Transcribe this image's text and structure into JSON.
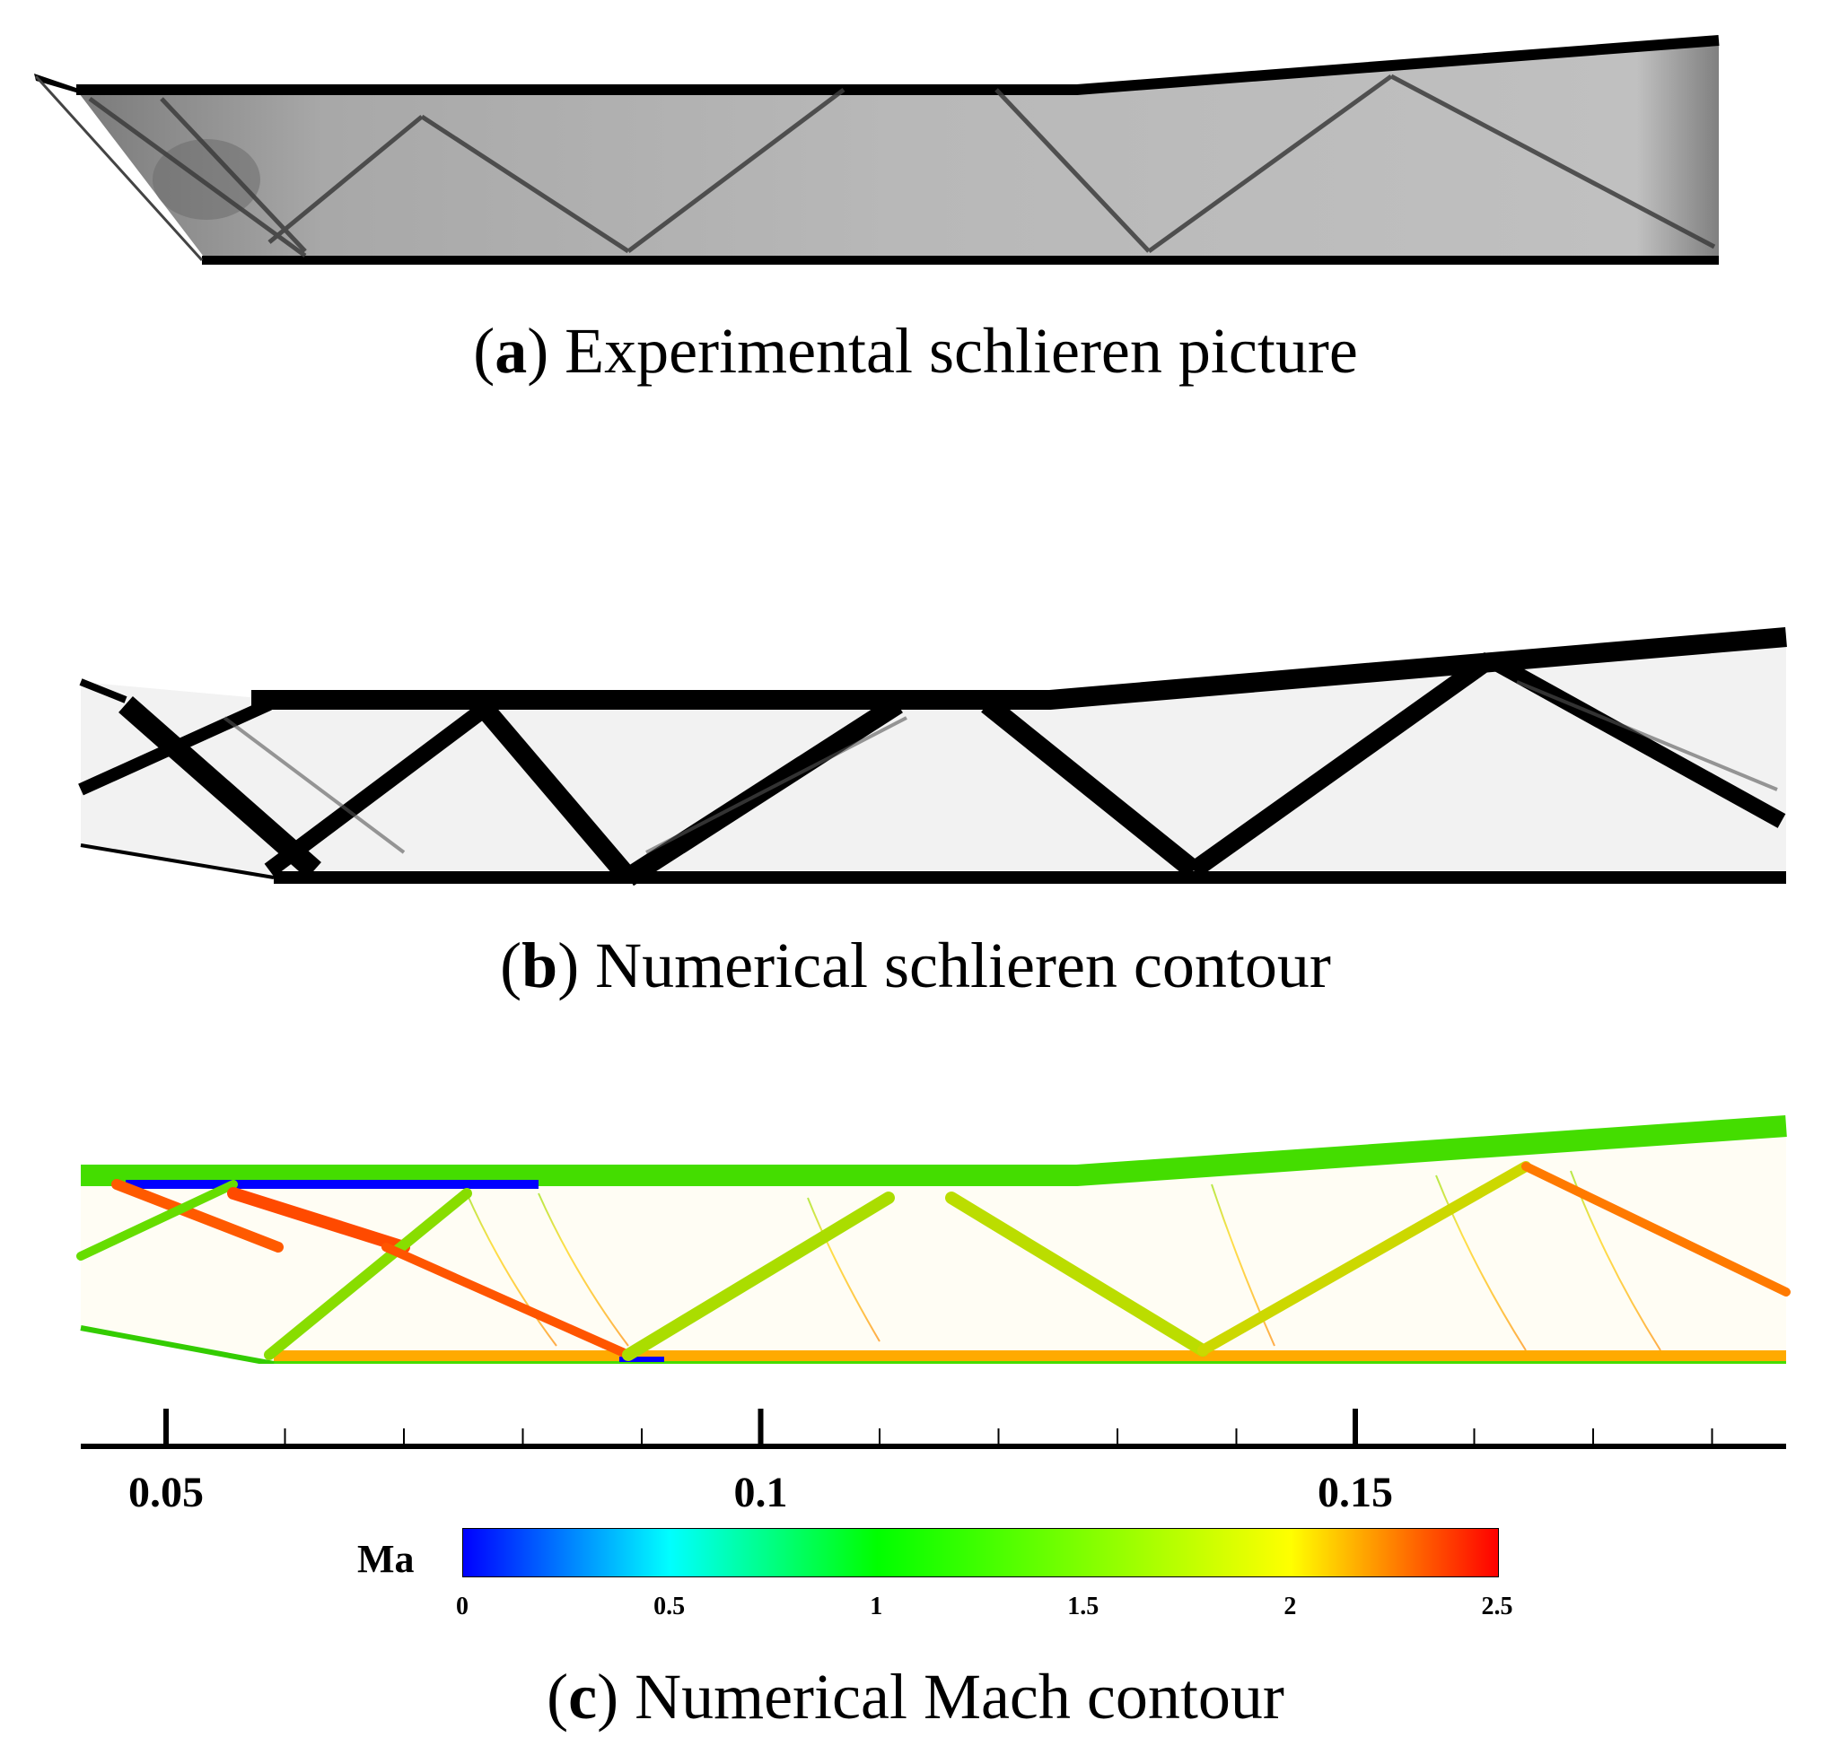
{
  "captions": {
    "a": {
      "letter": "a",
      "text": "Experimental schlieren picture"
    },
    "b": {
      "letter": "b",
      "text": "Numerical schlieren contour"
    },
    "c": {
      "letter": "c",
      "text": "Numerical Mach contour"
    }
  },
  "axis": {
    "ticks": [
      0.05,
      0.1,
      0.15
    ],
    "tick_labels": [
      "0.05",
      "0.1",
      "0.15"
    ]
  },
  "colorbar": {
    "title": "Ma",
    "labels": [
      "0",
      "0.5",
      "1",
      "1.5",
      "2",
      "2.5"
    ],
    "range": [
      0,
      2.5
    ],
    "colors": [
      "#0000ff",
      "#00ffff",
      "#00ff00",
      "#ffff00",
      "#ff0000"
    ]
  }
}
